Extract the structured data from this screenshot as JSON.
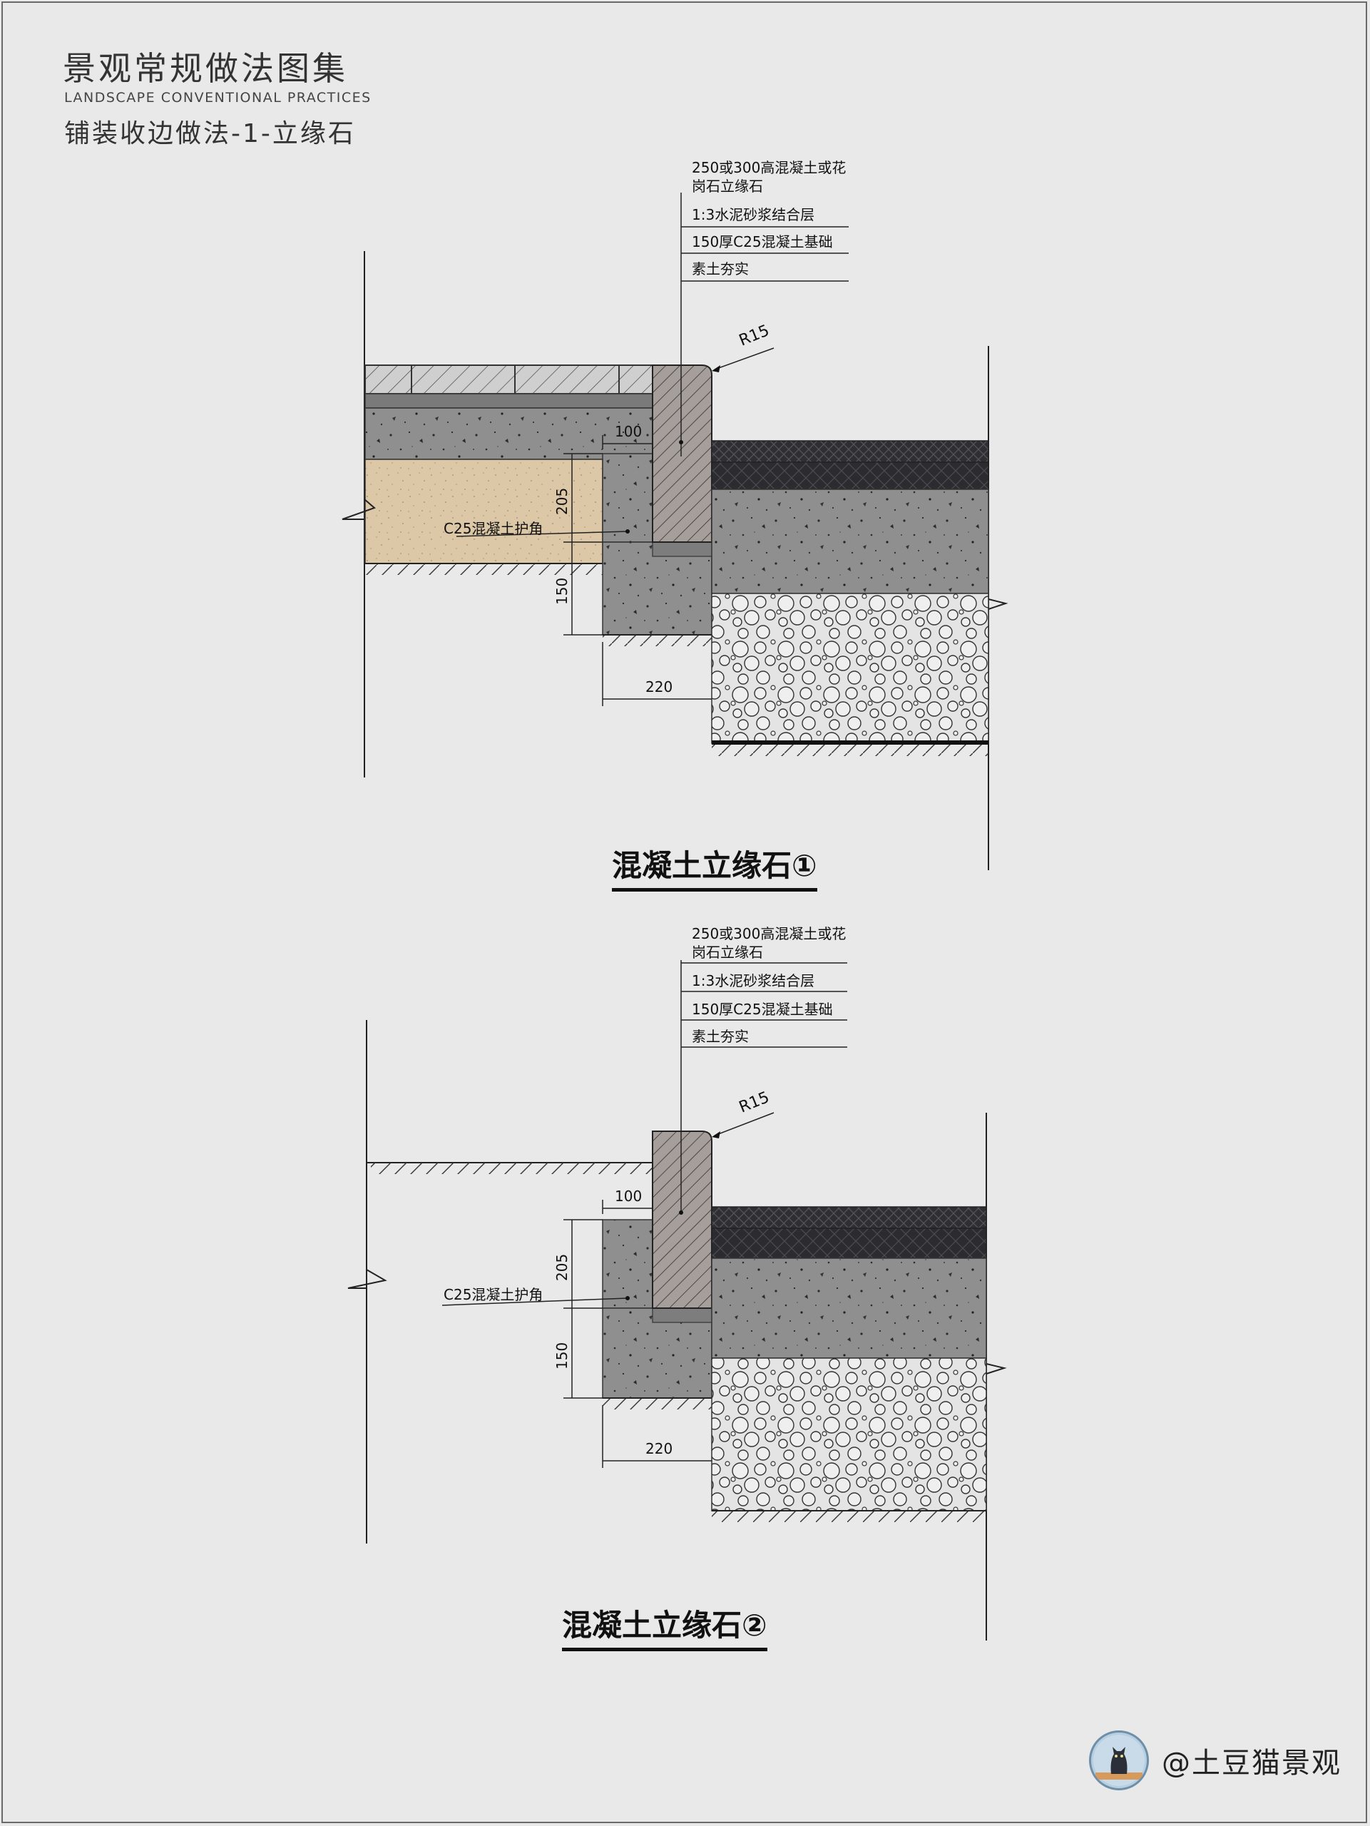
{
  "header": {
    "title": "景观常规做法图集",
    "subtitle_en": "LANDSCAPE CONVENTIONAL PRACTICES",
    "subtitle": "铺装收边做法-1-立缘石"
  },
  "detail1": {
    "callouts": [
      "250或300高混凝土或花岗石立缘石",
      "1:3水泥砂浆结合层",
      "150厚C25混凝土基础",
      "素土夯实"
    ],
    "callout_line1": "250或300高混凝土或花",
    "callout_line2": "岗石立缘石",
    "radius_label": "R15",
    "dim_100": "100",
    "dim_205": "205",
    "dim_150": "150",
    "dim_220": "220",
    "haunch_label": "C25混凝土护角",
    "caption": "混凝土立缘石①"
  },
  "detail2": {
    "callout_line1": "250或300高混凝土或花",
    "callout_line2": "岗石立缘石",
    "callout_2": "1:3水泥砂浆结合层",
    "callout_3": "150厚C25混凝土基础",
    "callout_4": "素土夯实",
    "radius_label": "R15",
    "dim_100": "100",
    "dim_205": "205",
    "dim_150": "150",
    "dim_220": "220",
    "haunch_label": "C25混凝土护角",
    "caption": "混凝土立缘石②"
  },
  "brand": {
    "text": "@土豆猫景观"
  },
  "colors": {
    "background": "#e9e9e9",
    "concrete": "#8f8f8f",
    "sand": "#dcc7a6",
    "asphalt": "#2f2f33",
    "curb": "#a59e9b",
    "gravel": "#d6d6d6"
  }
}
